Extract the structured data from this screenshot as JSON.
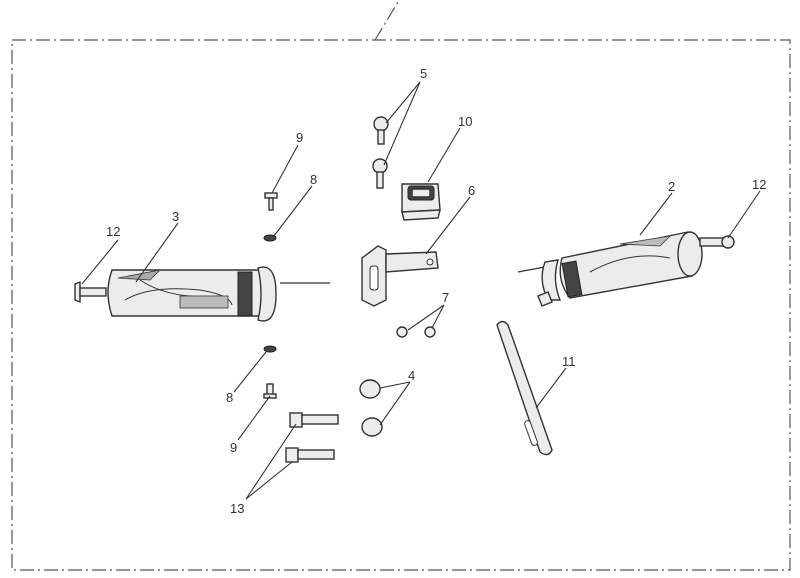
{
  "callouts": {
    "c2": "2",
    "c3": "3",
    "c4": "4",
    "c5": "5",
    "c6": "6",
    "c7": "7",
    "c8_top": "8",
    "c8_bottom": "8",
    "c9_top": "9",
    "c9_bottom": "9",
    "c10": "10",
    "c11": "11",
    "c12_left": "12",
    "c12_right": "12",
    "c13": "13"
  },
  "colors": {
    "line": "#333333",
    "part_fill": "#ececec",
    "frame": "#555555"
  }
}
